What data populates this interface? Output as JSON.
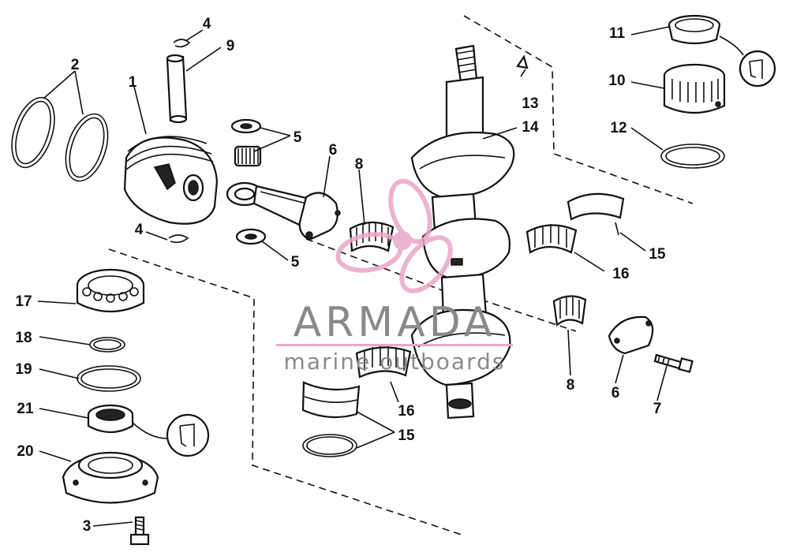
{
  "diagram": {
    "callouts": [
      "1",
      "2",
      "3",
      "4",
      "4",
      "5",
      "5",
      "6",
      "6",
      "7",
      "8",
      "8",
      "9",
      "10",
      "11",
      "12",
      "13",
      "14",
      "15",
      "15",
      "16",
      "16",
      "17",
      "18",
      "19",
      "20",
      "21"
    ],
    "watermark": {
      "brand": "ARMADA",
      "tagline": "marine outboards",
      "brand_color": "#8a8a8a",
      "accent_color": "#e9a6c8"
    }
  }
}
